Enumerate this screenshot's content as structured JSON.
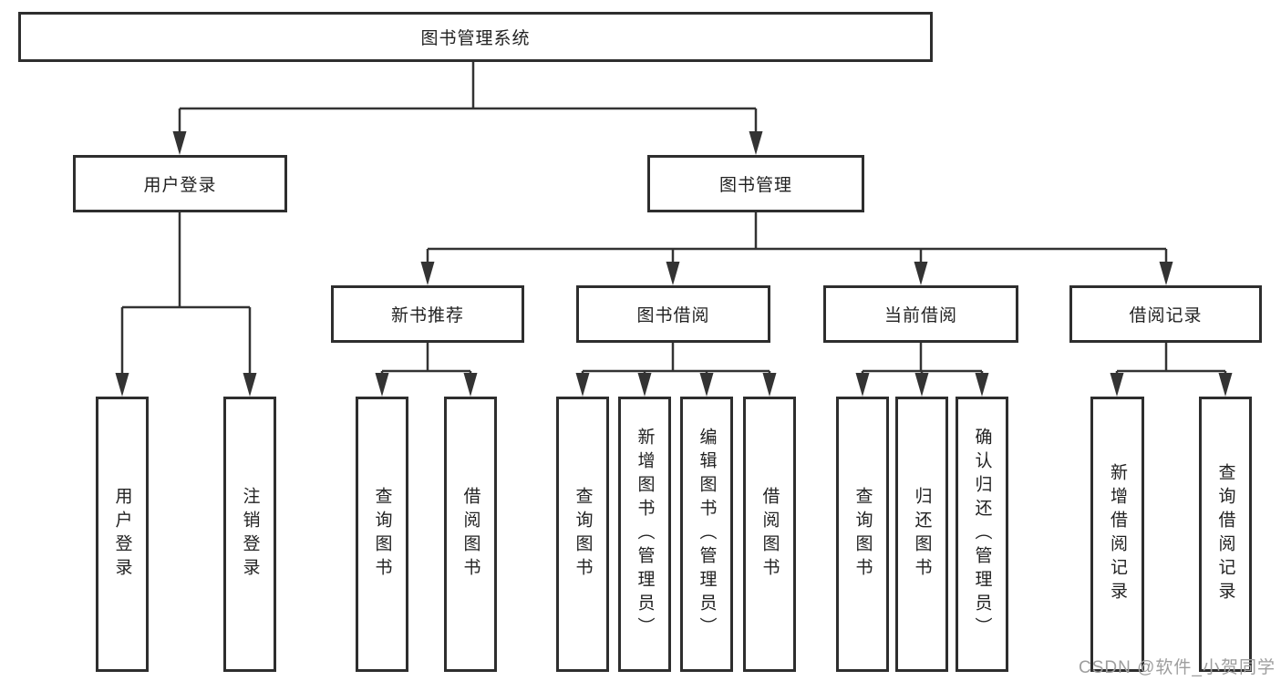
{
  "root": {
    "label": "图书管理系统"
  },
  "tree": {
    "user_login": {
      "label": "用户登录",
      "children": [
        "用户登录",
        "注销登录"
      ]
    },
    "book_mgmt": {
      "label": "图书管理",
      "groups": {
        "new_rec": {
          "label": "新书推荐",
          "children": [
            "查询图书",
            "借阅图书"
          ]
        },
        "borrow": {
          "label": "图书借阅",
          "children": [
            "查询图书",
            "新增图书（管理员）",
            "编辑图书（管理员）",
            "借阅图书"
          ]
        },
        "current": {
          "label": "当前借阅",
          "children": [
            "查询图书",
            "归还图书",
            "确认归还（管理员）"
          ]
        },
        "records": {
          "label": "借阅记录",
          "children": [
            "新增借阅记录",
            "查询借阅记录"
          ]
        }
      }
    }
  },
  "watermark": "CSDN @软件_小贺同学",
  "colors": {
    "line": "#333333",
    "border": "#2e2e2e",
    "text": "#222222",
    "watermark": "#9e9e9e"
  }
}
